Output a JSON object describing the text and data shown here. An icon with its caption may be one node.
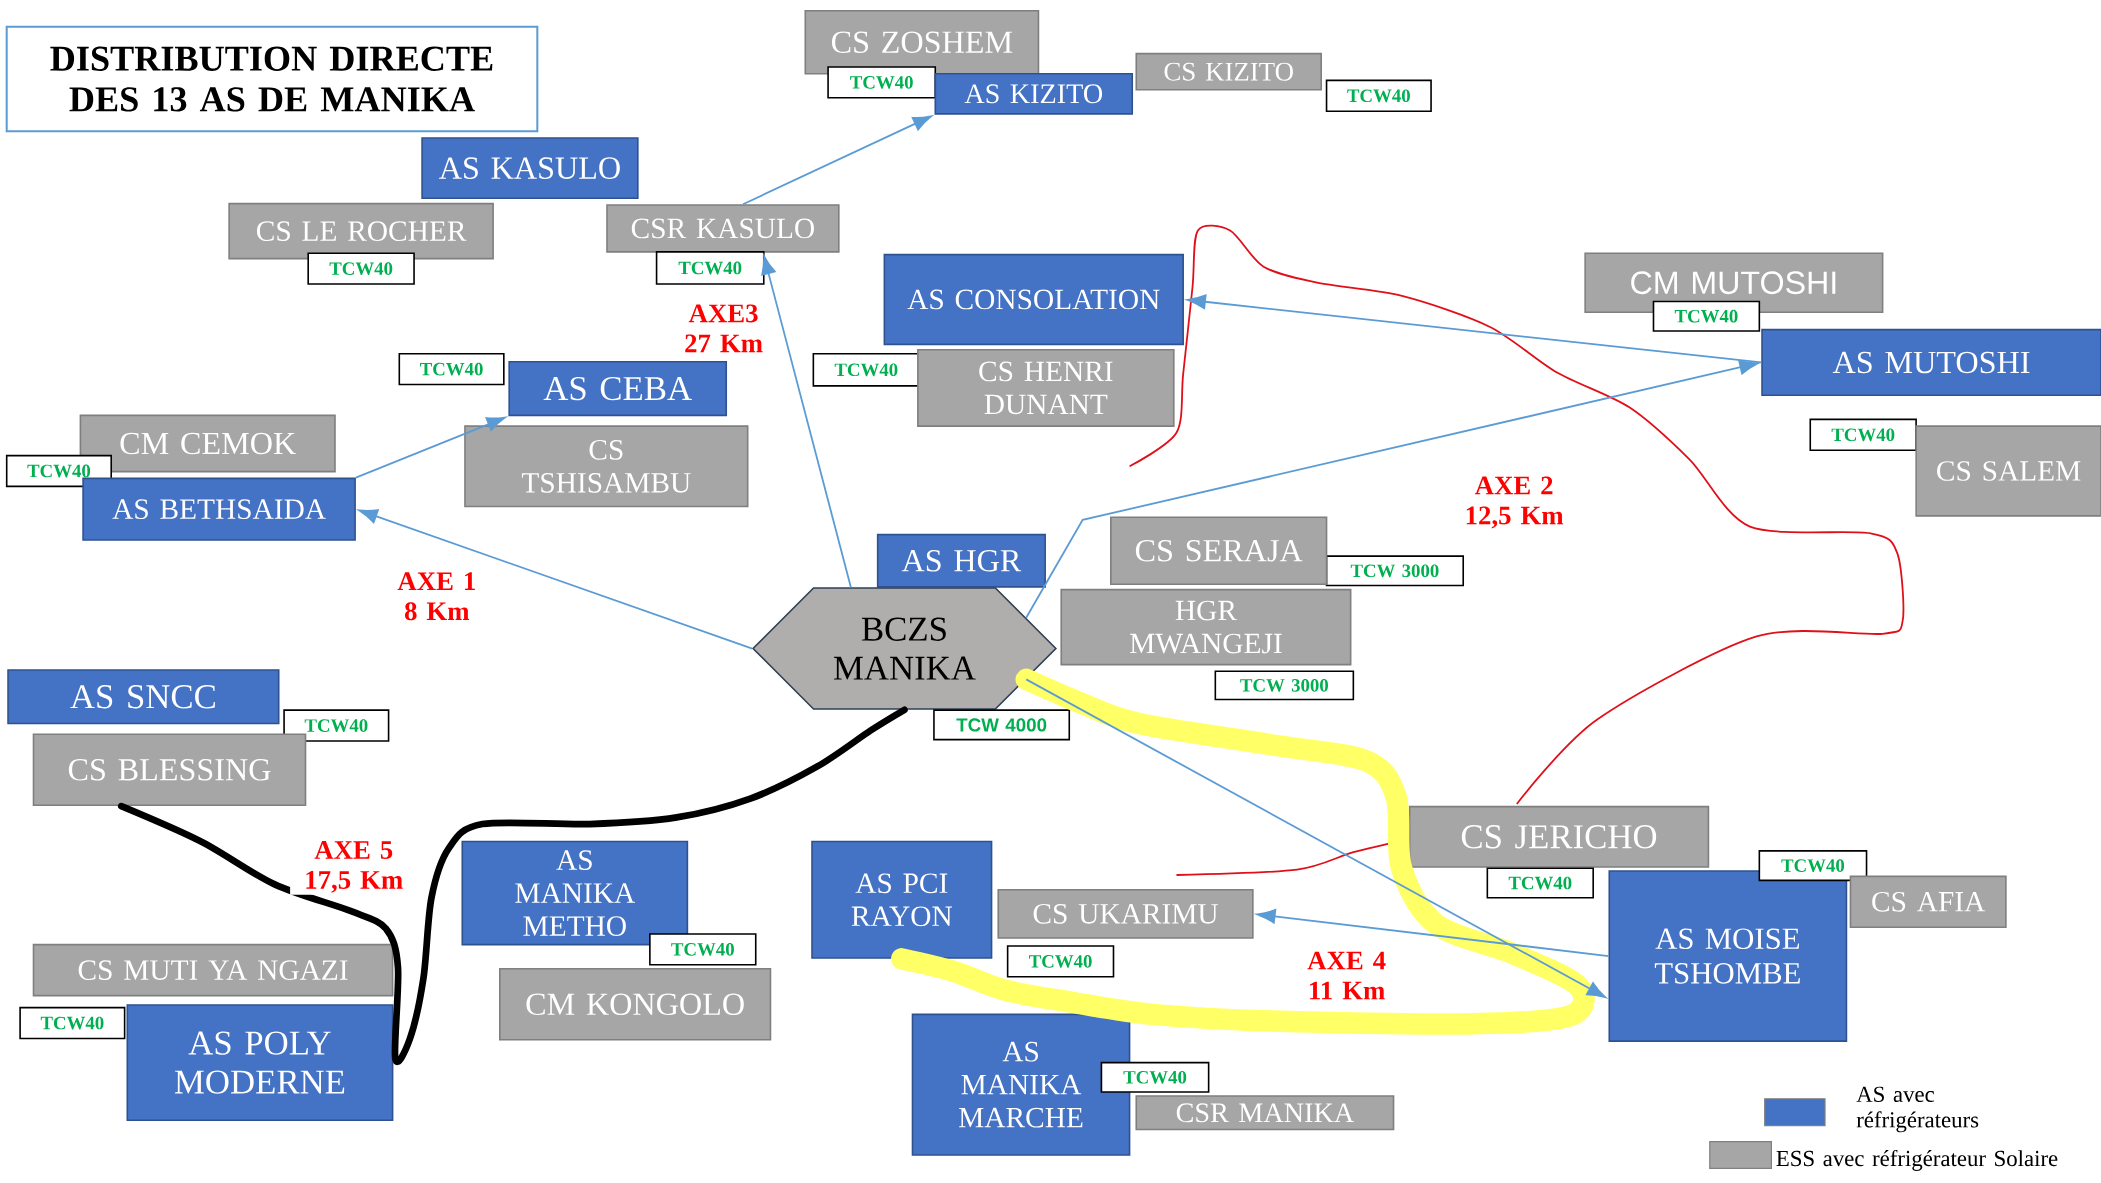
{
  "diagram": {
    "title": "DISTRIBUTION DIRECTE DES 13 AS DE MANIKA",
    "nodes": [
      {
        "text": [
          "AS KASULO"
        ]
      },
      {
        "text": [
          "CS LE ROCHER"
        ]
      },
      {
        "text": [
          "TCW40"
        ]
      },
      {
        "text": [
          "CSR KASULO"
        ]
      },
      {
        "text": [
          "TCW40"
        ]
      },
      {
        "text": [
          "CS ZOSHEM"
        ]
      },
      {
        "text": [
          "TCW40"
        ]
      },
      {
        "text": [
          "AS KIZITO"
        ]
      },
      {
        "text": [
          "CS KIZITO"
        ]
      },
      {
        "text": [
          "TCW40"
        ]
      },
      {
        "text": [
          "AS CONSOLATION"
        ]
      },
      {
        "text": [
          "TCW40"
        ]
      },
      {
        "text": [
          "CS HENRI DUNANT"
        ]
      },
      {
        "text": [
          "CM MUTOSHI"
        ]
      },
      {
        "text": [
          "TCW40"
        ]
      },
      {
        "text": [
          "AS MUTOSHI"
        ]
      },
      {
        "text": [
          "TCW40"
        ]
      },
      {
        "text": [
          "CS SALEM"
        ]
      },
      {
        "text": [
          "CM CEMOK"
        ]
      },
      {
        "text": [
          "TCW40"
        ]
      },
      {
        "text": [
          "AS BETHSAIDA"
        ]
      },
      {
        "text": [
          "AS CEBA"
        ]
      },
      {
        "text": [
          "TCW40"
        ]
      },
      {
        "text": [
          "CS TSHISAMBU"
        ]
      },
      {
        "text": [
          "AS HGR"
        ]
      },
      {
        "text": [
          "TCW 3000"
        ]
      },
      {
        "text": [
          "CS SERAJA"
        ]
      },
      {
        "text": [
          "BCZS MANIKA"
        ]
      },
      {
        "text": [
          "HGR MWANGEJI"
        ]
      },
      {
        "text": [
          "TCW 3000"
        ]
      },
      {
        "text": [
          "TCW 4000"
        ]
      },
      {
        "text": [
          "AS SNCC"
        ]
      },
      {
        "text": [
          "TCW40"
        ]
      },
      {
        "text": [
          "CS BLESSING"
        ]
      },
      {
        "text": [
          "AS MANIKA METHO"
        ]
      },
      {
        "text": [
          "TCW40"
        ]
      },
      {
        "text": [
          "CM KONGOLO"
        ]
      },
      {
        "text": [
          "CS MUTI YA NGAZI"
        ]
      },
      {
        "text": [
          "TCW40"
        ]
      },
      {
        "text": [
          "AS POLY MODERNE"
        ]
      },
      {
        "text": [
          "AS PCI RAYON"
        ]
      },
      {
        "text": [
          "CS UKARIMU"
        ]
      },
      {
        "text": [
          "TCW40"
        ]
      },
      {
        "text": [
          "AS MANIKA MARCHE"
        ]
      },
      {
        "text": [
          "TCW40"
        ]
      },
      {
        "text": [
          "CSR MANIKA"
        ]
      },
      {
        "text": [
          "CS JERICHO"
        ]
      },
      {
        "text": [
          "TCW40"
        ]
      },
      {
        "text": [
          "AS MOISE TSHOMBE"
        ]
      },
      {
        "text": [
          "TCW40"
        ]
      },
      {
        "text": [
          "CS AFIA"
        ]
      }
    ],
    "edges": [
      {
        "from": 27,
        "to": 20,
        "arrow": "to"
      },
      {
        "from": 20,
        "to": 21,
        "arrow": "to"
      },
      {
        "from": 27,
        "to": 3,
        "arrow": "to"
      },
      {
        "from": 3,
        "to": 7,
        "arrow": "to"
      },
      {
        "from": 27,
        "to": 15,
        "arrow": "to"
      },
      {
        "from": 15,
        "to": 10,
        "arrow": "to"
      },
      {
        "from": 27,
        "to": 48,
        "arrow": "to"
      },
      {
        "from": 48,
        "to": 41,
        "arrow": "to"
      },
      {
        "from": 27,
        "to": 33,
        "arrow": "none",
        "style": "thick",
        "color": "#000000"
      },
      {
        "from": 27,
        "to": 40,
        "arrow": "none",
        "style": "thick",
        "color": "#ffff66"
      }
    ],
    "labels": [
      "AXE3 27 Km",
      "AXE 2 12,5 Km",
      "AXE 1 8 Km",
      "AXE 5 17,5 Km",
      "AXE 4 11 Km"
    ],
    "legend": [
      {
        "text": "AS avec réfrigérateurs",
        "color": "#4472c4"
      },
      {
        "text": "ESS avec réfrigérateur Solaire",
        "color": "#a6a6a6"
      }
    ]
  }
}
